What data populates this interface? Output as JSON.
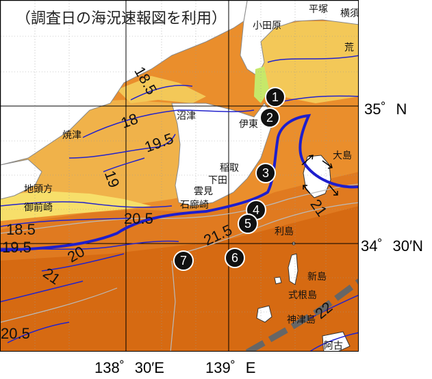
{
  "caption": "（調査日の海況速報図を利用）",
  "axes": {
    "lat_top": "35゜N",
    "lat_bottom": "34゜30′N",
    "lon_left": "138゜30′E",
    "lon_right": "139゜E"
  },
  "places": {
    "hiratsuka": "平塚",
    "yokosuka": "横須",
    "odawara": "小田原",
    "ara": "荒",
    "numazu": "沼津",
    "ito": "伊東",
    "yaizu": "焼津",
    "oshima": "大島",
    "inatori": "稲取",
    "shimoda": "下田",
    "kumomi": "雲見",
    "irozaki": "石廊崎",
    "jitokata": "地頭方",
    "omaezaki": "御前崎",
    "toshima": "利島",
    "niijima": "新島",
    "shikinejima": "式根島",
    "kozushima": "神津島",
    "ako": "阿古"
  },
  "isotherms": {
    "t18_5_top": "18.5",
    "t18": "18",
    "t19_5": "19.5",
    "t19": "19",
    "t18_5_left": "18.5",
    "t19_5_left": "19.5",
    "t20_5": "20.5",
    "t21_5": "21.5",
    "t20": "20",
    "t21_left": "21",
    "t21_right": "21",
    "t20_5_bottom": "20.5",
    "t22": "22"
  },
  "stations": [
    "1",
    "2",
    "3",
    "4",
    "5",
    "6",
    "7"
  ],
  "colors": {
    "land": "#ffffff",
    "sea_warm": "#e07a20",
    "sea_cool": "#f0b24a",
    "sea_coast": "#f7df6a",
    "contour": "#2222cc",
    "kuroshio": "#1e1ecc",
    "current_band": "#666666"
  }
}
